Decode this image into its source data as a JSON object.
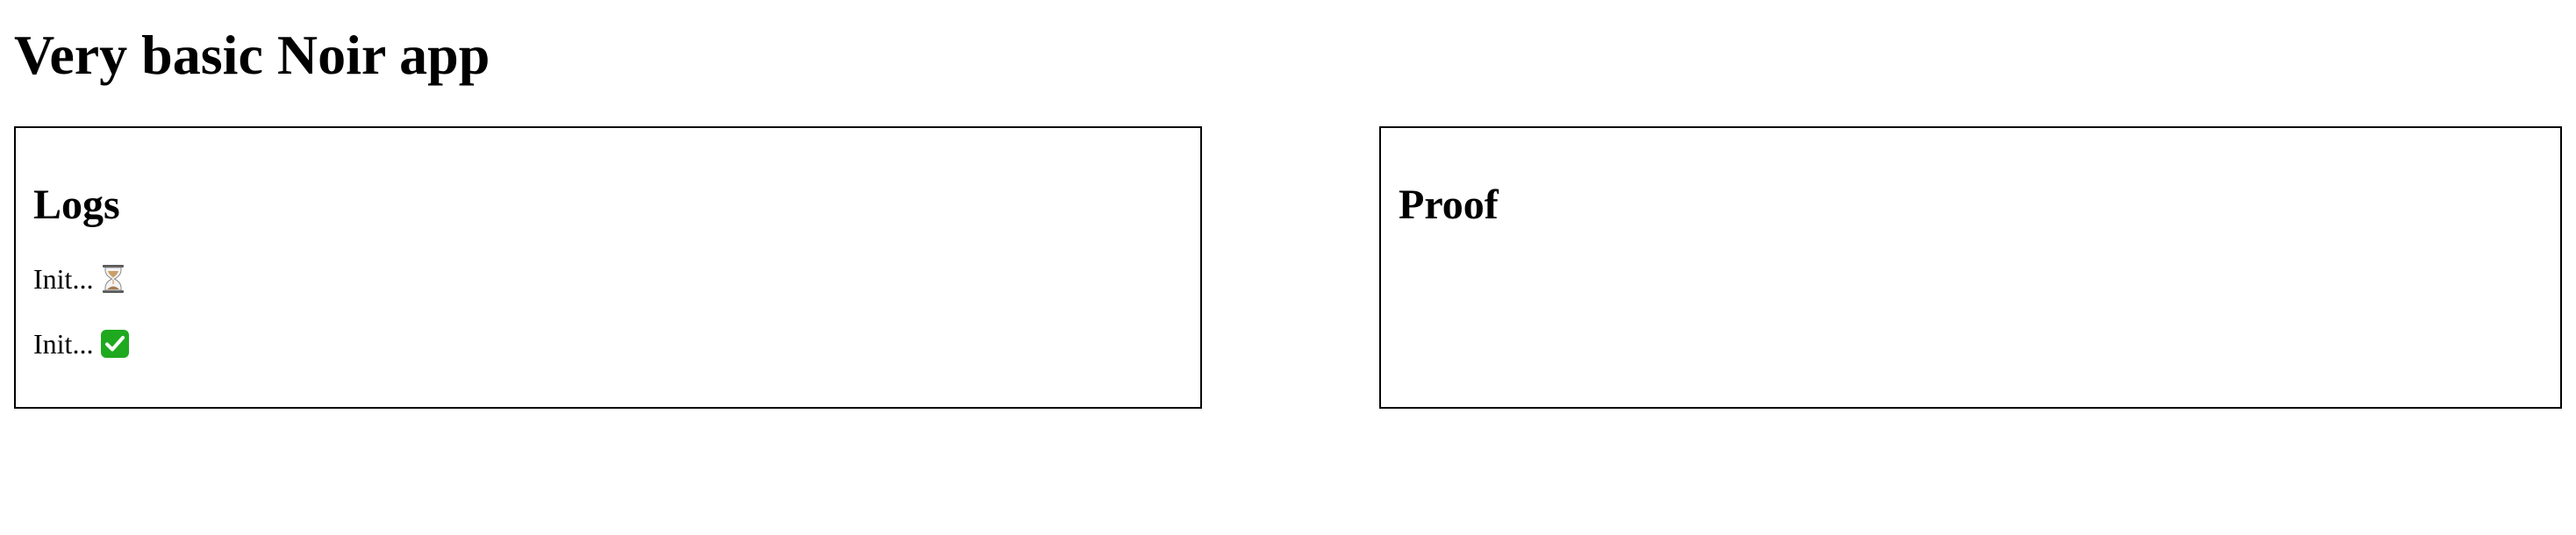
{
  "header": {
    "title": "Very basic Noir app"
  },
  "logs": {
    "title": "Logs",
    "entries": [
      {
        "text": "Init...",
        "icon": "hourglass-icon"
      },
      {
        "text": "Init...",
        "icon": "check-mark-icon"
      }
    ]
  },
  "proof": {
    "title": "Proof"
  },
  "colors": {
    "border": "#000000",
    "check_green": "#1fa91f",
    "hourglass_sand": "#a67c52"
  }
}
